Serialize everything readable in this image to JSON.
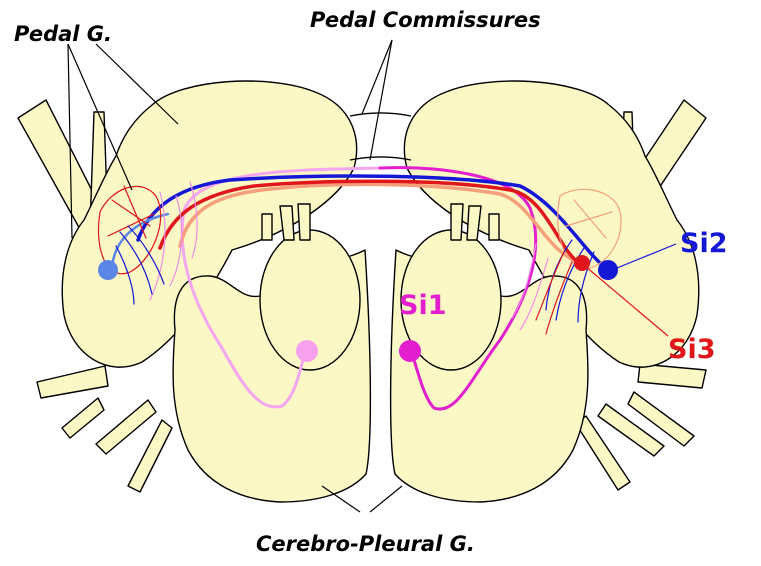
{
  "labels": {
    "pedal_ganglion": "Pedal G.",
    "pedal_commissures": "Pedal Commissures",
    "cerebro_pleural": "Cerebro-Pleural G."
  },
  "neurons": [
    {
      "id": "si1",
      "label": "Si1",
      "color": "#e21ecf",
      "soma_color": "#f7a1ee"
    },
    {
      "id": "si2",
      "label": "Si2",
      "color": "#1418d6",
      "soma_color": "#5a86e6"
    },
    {
      "id": "si3",
      "label": "Si3",
      "color": "#e0161b",
      "soma_color": "#f5a07a"
    }
  ],
  "colors": {
    "ganglion_fill": "#fbf8c6",
    "outline": "#000000",
    "label_text": "#000000"
  }
}
